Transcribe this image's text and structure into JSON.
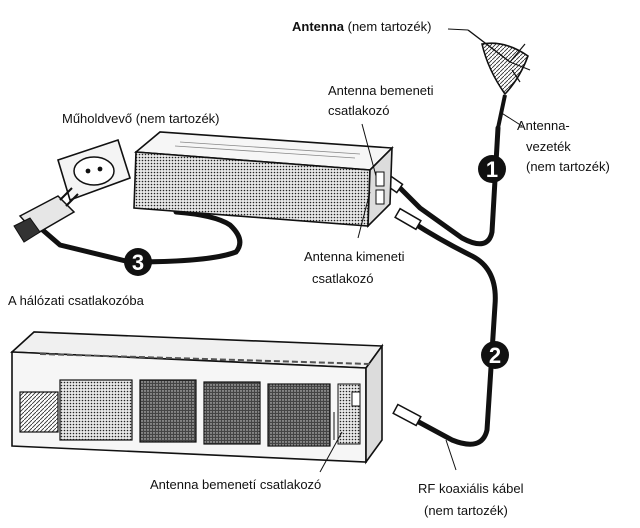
{
  "labels": {
    "antenna": "Antenna",
    "antenna_note": "(nem tartozék)",
    "antenna_cable_1": "Antenna-",
    "antenna_cable_2": "vezeték",
    "antenna_cable_3": "(nem tartozék)",
    "sat_receiver": "Műholdvevő (nem tartozék)",
    "antenna_input_1": "Antenna bemeneti",
    "antenna_input_2": "csatlakozó",
    "antenna_output_1": "Antenna kimeneti",
    "antenna_output_2": "csatlakozó",
    "mains": "A hálózati csatlakozóba",
    "vcr_antenna_input": "Antenna bemenetí csatlakozó",
    "rf_cable_1": "RF koaxiális kábel",
    "rf_cable_2": "(nem tartozék)"
  },
  "steps": [
    "1",
    "2",
    "3"
  ],
  "colors": {
    "ink": "#111111",
    "paper": "#ffffff",
    "shade": "#555555"
  }
}
